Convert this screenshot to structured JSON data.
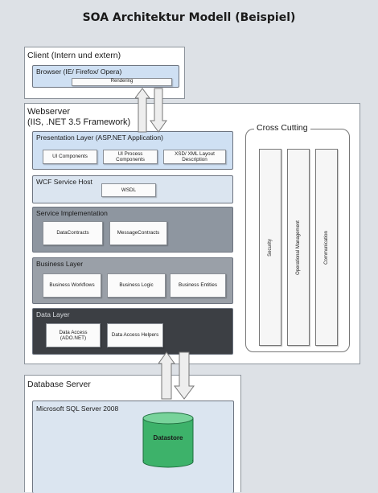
{
  "title": "SOA Architektur Modell (Beispiel)",
  "client": {
    "label": "Client (Intern und extern)",
    "browser_label": "Browser (IE/ Firefox/ Opera)",
    "rendering_label": "Rendering"
  },
  "webserver": {
    "label_line1": "Webserver",
    "label_line2": "(IIS, .NET 3.5 Framework)",
    "presentation": {
      "label": "Presentation Layer (ASP.NET Application)",
      "items": [
        "UI Components",
        "UI Process Components",
        "XSD/ XML Layout Description"
      ]
    },
    "wcf": {
      "label": "WCF Service Host",
      "items": [
        "WSDL"
      ]
    },
    "service": {
      "label": "Service Implementation",
      "items": [
        "DataContracts",
        "MessageContracts"
      ]
    },
    "business": {
      "label": "Business Layer",
      "items": [
        "Business Workflows",
        "Business Logic",
        "Business Entities"
      ]
    },
    "data": {
      "label": "Data Layer",
      "items": [
        "Data Access (ADO.NET)",
        "Data Access Helpers"
      ]
    },
    "cross_cutting": {
      "label": "Cross Cutting",
      "items": [
        "Security",
        "Operational Management",
        "Communication"
      ]
    }
  },
  "database": {
    "label": "Database Server",
    "sql_label": "Microsoft SQL Server 2008",
    "datastore_label": "Datastore",
    "datastore_color": "#3db26a"
  },
  "colors": {
    "page_background": "#dde1e6",
    "presentation_layer": "#cfe0f3",
    "wcf_layer": "#dbe5f0",
    "service_layer": "#8e96a0",
    "business_layer": "#9aa0a8",
    "data_layer": "#3c3f44",
    "arrow_fill": "#eeeeee"
  }
}
